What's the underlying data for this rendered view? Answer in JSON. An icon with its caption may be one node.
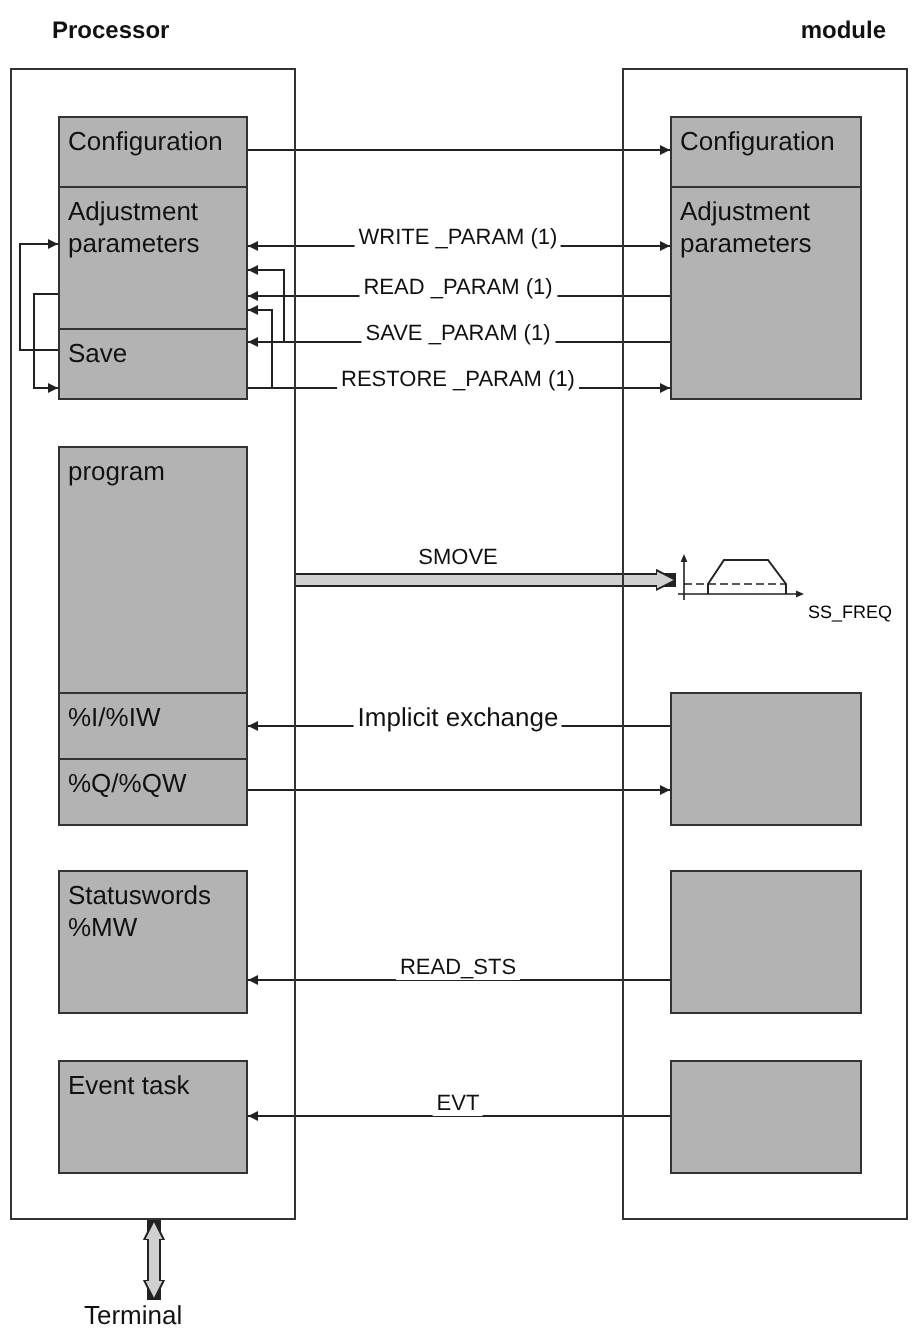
{
  "diagram": {
    "nodes": [
      {
        "text": [
          "Processor"
        ]
      },
      {
        "text": [
          "Configuration"
        ],
        "in": 0
      },
      {
        "text": [
          "Adjustment parameters"
        ],
        "in": 0
      },
      {
        "text": [
          "Save"
        ],
        "in": 0
      },
      {
        "text": [
          "program"
        ],
        "in": 0
      },
      {
        "text": [
          "%I/%IW"
        ],
        "in": 0
      },
      {
        "text": [
          "%Q/%QW"
        ],
        "in": 0
      },
      {
        "text": [
          "Statuswords %MW"
        ],
        "in": 0
      },
      {
        "text": [
          "Event task"
        ],
        "in": 0
      },
      {
        "text": [
          "module"
        ]
      },
      {
        "text": [
          "Configuration"
        ],
        "in": 9
      },
      {
        "text": [
          "Adjustment parameters"
        ],
        "in": 9
      },
      {
        "text": [
          "SS_FREQ"
        ],
        "in": 9
      },
      {
        "text": [],
        "shape": "box",
        "in": 9
      },
      {
        "text": [],
        "shape": "box",
        "in": 9
      },
      {
        "text": [],
        "shape": "box",
        "in": 9
      },
      {
        "text": [
          "Terminal"
        ]
      }
    ],
    "edges": [
      {
        "from": 1,
        "to": 10,
        "arrow": "to"
      },
      {
        "from": 2,
        "to": 11,
        "arrow": "both",
        "label": "WRITE _PARAM (1)"
      },
      {
        "from": 11,
        "to": 2,
        "arrow": "to",
        "label": "READ _PARAM (1)"
      },
      {
        "from": 11,
        "to": 3,
        "arrow": "to",
        "label": "SAVE _PARAM (1)"
      },
      {
        "from": 11,
        "to": 2,
        "arrow": "to"
      },
      {
        "from": 3,
        "to": 11,
        "arrow": "to",
        "label": "RESTORE _PARAM (1)"
      },
      {
        "from": 3,
        "to": 2,
        "arrow": "to"
      },
      {
        "from": 2,
        "to": 3,
        "arrow": "to"
      },
      {
        "from": 3,
        "to": 2,
        "arrow": "to"
      },
      {
        "from": 0,
        "to": 12,
        "arrow": "to",
        "label": "SMOVE",
        "style": "thick"
      },
      {
        "from": 13,
        "to": 5,
        "arrow": "to",
        "label": "Implicit exchange"
      },
      {
        "from": 6,
        "to": 13,
        "arrow": "to"
      },
      {
        "from": 14,
        "to": 7,
        "arrow": "to",
        "label": "READ_STS"
      },
      {
        "from": 15,
        "to": 8,
        "arrow": "to",
        "label": "EVT"
      },
      {
        "from": 0,
        "to": 16,
        "arrow": "both",
        "style": "thick"
      }
    ]
  }
}
